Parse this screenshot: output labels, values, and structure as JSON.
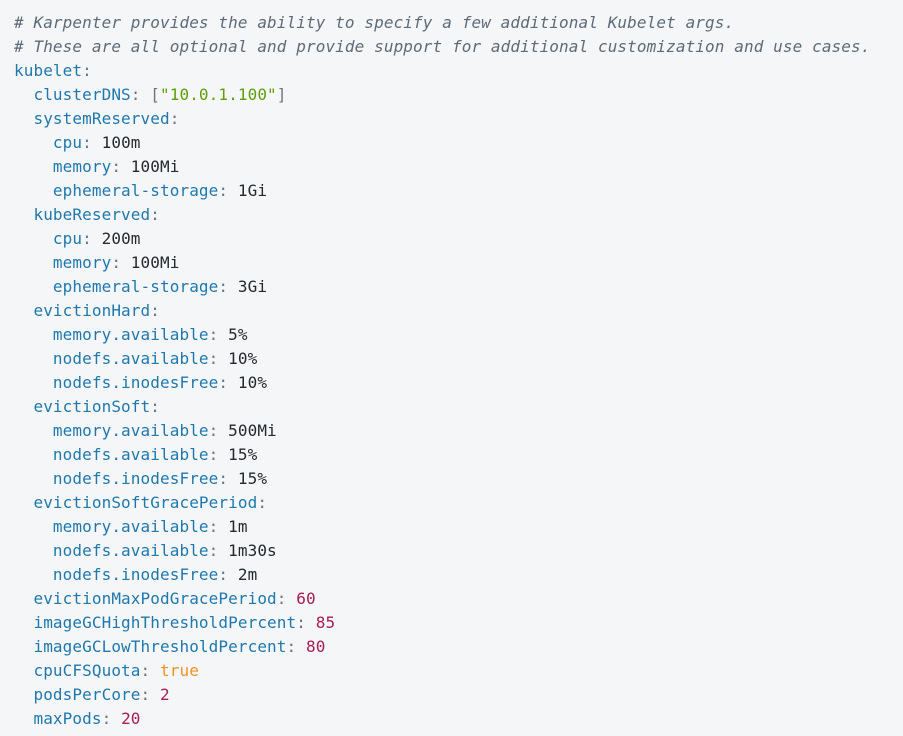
{
  "colors": {
    "background": "#f5f6f7",
    "comment": "#5d6b79",
    "key": "#1e78ad",
    "punctuation": "#6b757f",
    "value": "#24292e",
    "string": "#5f9e06",
    "number": "#a81c58",
    "boolean": "#ef9127"
  },
  "code": {
    "language": "yaml",
    "lines": [
      {
        "tokens": [
          [
            "comment",
            "# Karpenter provides the ability to specify a few additional Kubelet args."
          ]
        ]
      },
      {
        "tokens": [
          [
            "comment",
            "# These are all optional and provide support for additional customization and use cases."
          ]
        ]
      },
      {
        "tokens": [
          [
            "key",
            "kubelet"
          ],
          [
            "punctuation",
            ":"
          ]
        ]
      },
      {
        "tokens": [
          [
            "key",
            "  clusterDNS"
          ],
          [
            "punctuation",
            ":"
          ],
          [
            "punctuation",
            " ["
          ],
          [
            "string",
            "\"10.0.1.100\""
          ],
          [
            "punctuation",
            "]"
          ]
        ]
      },
      {
        "tokens": [
          [
            "key",
            "  systemReserved"
          ],
          [
            "punctuation",
            ":"
          ]
        ]
      },
      {
        "tokens": [
          [
            "key",
            "    cpu"
          ],
          [
            "punctuation",
            ":"
          ],
          [
            "value",
            " 100m"
          ]
        ]
      },
      {
        "tokens": [
          [
            "key",
            "    memory"
          ],
          [
            "punctuation",
            ":"
          ],
          [
            "value",
            " 100Mi"
          ]
        ]
      },
      {
        "tokens": [
          [
            "key",
            "    ephemeral-storage"
          ],
          [
            "punctuation",
            ":"
          ],
          [
            "value",
            " 1Gi"
          ]
        ]
      },
      {
        "tokens": [
          [
            "key",
            "  kubeReserved"
          ],
          [
            "punctuation",
            ":"
          ]
        ]
      },
      {
        "tokens": [
          [
            "key",
            "    cpu"
          ],
          [
            "punctuation",
            ":"
          ],
          [
            "value",
            " 200m"
          ]
        ]
      },
      {
        "tokens": [
          [
            "key",
            "    memory"
          ],
          [
            "punctuation",
            ":"
          ],
          [
            "value",
            " 100Mi"
          ]
        ]
      },
      {
        "tokens": [
          [
            "key",
            "    ephemeral-storage"
          ],
          [
            "punctuation",
            ":"
          ],
          [
            "value",
            " 3Gi"
          ]
        ]
      },
      {
        "tokens": [
          [
            "key",
            "  evictionHard"
          ],
          [
            "punctuation",
            ":"
          ]
        ]
      },
      {
        "tokens": [
          [
            "key",
            "    memory.available"
          ],
          [
            "punctuation",
            ":"
          ],
          [
            "value",
            " 5%"
          ]
        ]
      },
      {
        "tokens": [
          [
            "key",
            "    nodefs.available"
          ],
          [
            "punctuation",
            ":"
          ],
          [
            "value",
            " 10%"
          ]
        ]
      },
      {
        "tokens": [
          [
            "key",
            "    nodefs.inodesFree"
          ],
          [
            "punctuation",
            ":"
          ],
          [
            "value",
            " 10%"
          ]
        ]
      },
      {
        "tokens": [
          [
            "key",
            "  evictionSoft"
          ],
          [
            "punctuation",
            ":"
          ]
        ]
      },
      {
        "tokens": [
          [
            "key",
            "    memory.available"
          ],
          [
            "punctuation",
            ":"
          ],
          [
            "value",
            " 500Mi"
          ]
        ]
      },
      {
        "tokens": [
          [
            "key",
            "    nodefs.available"
          ],
          [
            "punctuation",
            ":"
          ],
          [
            "value",
            " 15%"
          ]
        ]
      },
      {
        "tokens": [
          [
            "key",
            "    nodefs.inodesFree"
          ],
          [
            "punctuation",
            ":"
          ],
          [
            "value",
            " 15%"
          ]
        ]
      },
      {
        "tokens": [
          [
            "key",
            "  evictionSoftGracePeriod"
          ],
          [
            "punctuation",
            ":"
          ]
        ]
      },
      {
        "tokens": [
          [
            "key",
            "    memory.available"
          ],
          [
            "punctuation",
            ":"
          ],
          [
            "value",
            " 1m"
          ]
        ]
      },
      {
        "tokens": [
          [
            "key",
            "    nodefs.available"
          ],
          [
            "punctuation",
            ":"
          ],
          [
            "value",
            " 1m30s"
          ]
        ]
      },
      {
        "tokens": [
          [
            "key",
            "    nodefs.inodesFree"
          ],
          [
            "punctuation",
            ":"
          ],
          [
            "value",
            " 2m"
          ]
        ]
      },
      {
        "tokens": [
          [
            "key",
            "  evictionMaxPodGracePeriod"
          ],
          [
            "punctuation",
            ":"
          ],
          [
            "number",
            " 60"
          ]
        ]
      },
      {
        "tokens": [
          [
            "key",
            "  imageGCHighThresholdPercent"
          ],
          [
            "punctuation",
            ":"
          ],
          [
            "number",
            " 85"
          ]
        ]
      },
      {
        "tokens": [
          [
            "key",
            "  imageGCLowThresholdPercent"
          ],
          [
            "punctuation",
            ":"
          ],
          [
            "number",
            " 80"
          ]
        ]
      },
      {
        "tokens": [
          [
            "key",
            "  cpuCFSQuota"
          ],
          [
            "punctuation",
            ":"
          ],
          [
            "boolean",
            " true"
          ]
        ]
      },
      {
        "tokens": [
          [
            "key",
            "  podsPerCore"
          ],
          [
            "punctuation",
            ":"
          ],
          [
            "number",
            " 2"
          ]
        ]
      },
      {
        "tokens": [
          [
            "key",
            "  maxPods"
          ],
          [
            "punctuation",
            ":"
          ],
          [
            "number",
            " 20"
          ]
        ]
      }
    ]
  }
}
